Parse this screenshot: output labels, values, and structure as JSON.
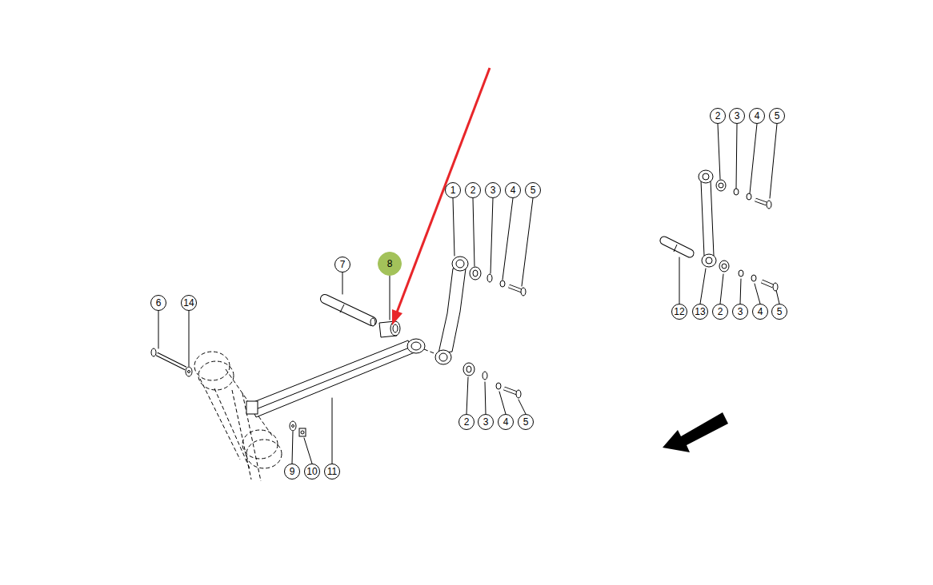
{
  "diagram": {
    "nodes": [
      {
        "text": [
          "2"
        ]
      },
      {
        "text": [
          "3"
        ]
      },
      {
        "text": [
          "4"
        ]
      },
      {
        "text": [
          "5"
        ]
      },
      {
        "text": [
          "1"
        ]
      },
      {
        "text": [
          "2"
        ]
      },
      {
        "text": [
          "3"
        ]
      },
      {
        "text": [
          "4"
        ]
      },
      {
        "text": [
          "5"
        ]
      },
      {
        "text": [
          "7"
        ]
      },
      {
        "text": [
          "8"
        ]
      },
      {
        "text": [
          "6"
        ]
      },
      {
        "text": [
          "14"
        ]
      },
      {
        "text": [
          "12"
        ]
      },
      {
        "text": [
          "13"
        ]
      },
      {
        "text": [
          "2"
        ]
      },
      {
        "text": [
          "3"
        ]
      },
      {
        "text": [
          "4"
        ]
      },
      {
        "text": [
          "5"
        ]
      },
      {
        "text": [
          "2"
        ]
      },
      {
        "text": [
          "3"
        ]
      },
      {
        "text": [
          "4"
        ]
      },
      {
        "text": [
          "5"
        ]
      },
      {
        "text": [
          "9"
        ]
      },
      {
        "text": [
          "10"
        ]
      },
      {
        "text": [
          "11"
        ]
      }
    ]
  }
}
